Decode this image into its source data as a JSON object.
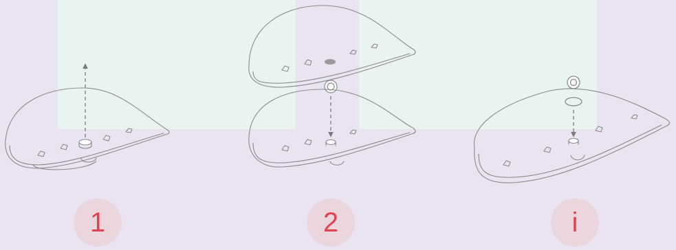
{
  "steps": [
    {
      "label": "1"
    },
    {
      "label": "2"
    },
    {
      "label": "i"
    }
  ],
  "colors": {
    "background": "#e9e3f2",
    "panel": "#e9f5ee",
    "badge_fill": "#ebd6de",
    "badge_text": "#e0434d",
    "line_art": "#8a8a8a",
    "arrow": "#7a7a7a"
  }
}
